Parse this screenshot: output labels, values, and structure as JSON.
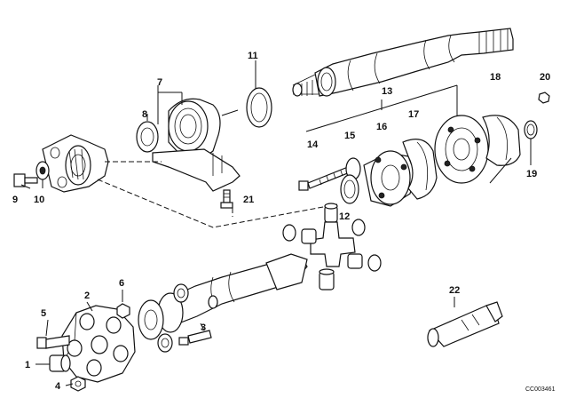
{
  "labels": {
    "l1": "1",
    "l2": "2",
    "l3": "3",
    "l4": "4",
    "l5": "5",
    "l6": "6",
    "l7": "7",
    "l8": "8",
    "l9": "9",
    "l10": "10",
    "l11": "11",
    "l12": "12",
    "l13": "13",
    "l14": "14",
    "l15": "15",
    "l16": "16",
    "l17": "17",
    "l18": "18",
    "l19": "19",
    "l20": "20",
    "l21": "21",
    "l22": "22"
  },
  "diagram_code": "CC003461"
}
